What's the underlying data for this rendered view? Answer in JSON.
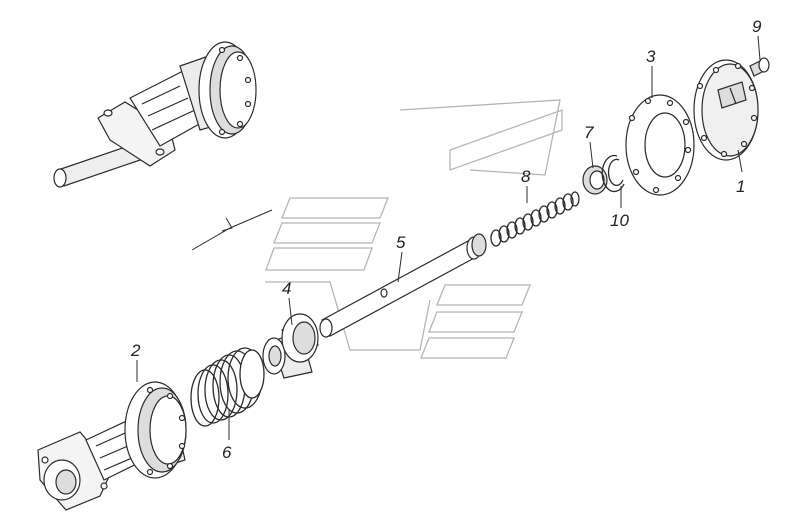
{
  "diagram": {
    "type": "exploded-parts-view",
    "callouts": [
      {
        "id": "c1",
        "label": "1"
      },
      {
        "id": "c2",
        "label": "2"
      },
      {
        "id": "c3",
        "label": "3"
      },
      {
        "id": "c4",
        "label": "4"
      },
      {
        "id": "c5",
        "label": "5"
      },
      {
        "id": "c6",
        "label": "6"
      },
      {
        "id": "c7",
        "label": "7"
      },
      {
        "id": "c8",
        "label": "8"
      },
      {
        "id": "c9",
        "label": "9"
      },
      {
        "id": "c10",
        "label": "10"
      }
    ],
    "colors": {
      "line": "#2b2b2b",
      "part_fill": "#ffffff",
      "part_shade": "#d9d9d9",
      "watermark": "#b5b5b5"
    }
  }
}
